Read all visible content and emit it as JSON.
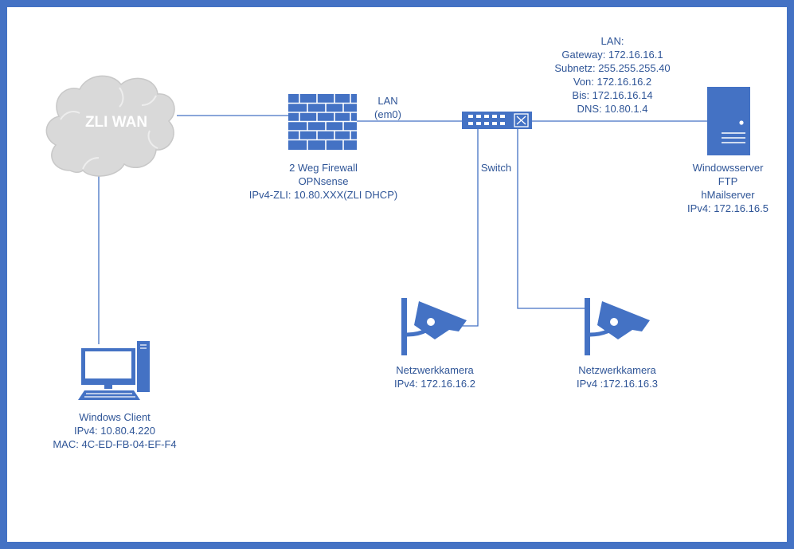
{
  "colors": {
    "frame": "#4472C4",
    "icon": "#4472C4",
    "text": "#2F5597",
    "line": "#4472C4",
    "cloud": "#D9D9D9"
  },
  "cloud": {
    "label": "ZLI WAN",
    "icon": "cloud-icon"
  },
  "firewall": {
    "icon": "firewall-icon",
    "line1": "2 Weg Firewall",
    "line2": "OPNsense",
    "line3": "IPv4-ZLI: 10.80.XXX(ZLI DHCP)"
  },
  "firewall_link": {
    "line1": "LAN",
    "line2": "(em0)"
  },
  "switch": {
    "icon": "switch-icon",
    "label": "Switch"
  },
  "lan_info": {
    "title": "LAN:",
    "gateway": "Gateway: 172.16.16.1",
    "subnet": "Subnetz: 255.255.255.40",
    "from": "Von: 172.16.16.2",
    "to": "Bis: 172.16.16.14",
    "dns": "DNS: 10.80.1.4"
  },
  "server": {
    "icon": "server-icon",
    "line1": "Windowsserver",
    "line2": "FTP",
    "line3": "hMailserver",
    "line4": "IPv4: 172.16.16.5"
  },
  "camera1": {
    "icon": "camera-icon",
    "line1": "Netzwerkkamera",
    "line2": "IPv4: 172.16.16.2"
  },
  "camera2": {
    "icon": "camera-icon",
    "line1": "Netzwerkkamera",
    "line2": "IPv4 :172.16.16.3"
  },
  "client": {
    "icon": "computer-icon",
    "line1": "Windows Client",
    "line2": "IPv4: 10.80.4.220",
    "line3": "MAC: 4C-ED-FB-04-EF-F4"
  }
}
